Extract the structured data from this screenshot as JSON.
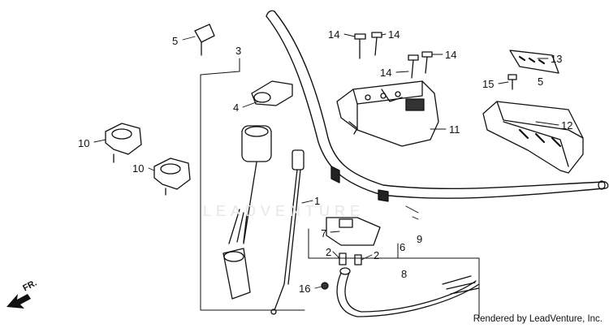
{
  "diagram": {
    "callouts": {
      "c1": "1",
      "c2a": "2",
      "c2b": "2",
      "c3": "3",
      "c4": "4",
      "c5a": "5",
      "c5b": "5",
      "c6": "6",
      "c7": "7",
      "c8": "8",
      "c9": "9",
      "c10a": "10",
      "c10b": "10",
      "c11": "11",
      "c12": "12",
      "c13": "13",
      "c14a": "14",
      "c14b": "14",
      "c14c": "14",
      "c14d": "14",
      "c15": "15",
      "c16": "16"
    },
    "direction_label": "FR.",
    "watermark": "LEADVENTURE",
    "footer": "Rendered by LeadVenture, Inc."
  }
}
